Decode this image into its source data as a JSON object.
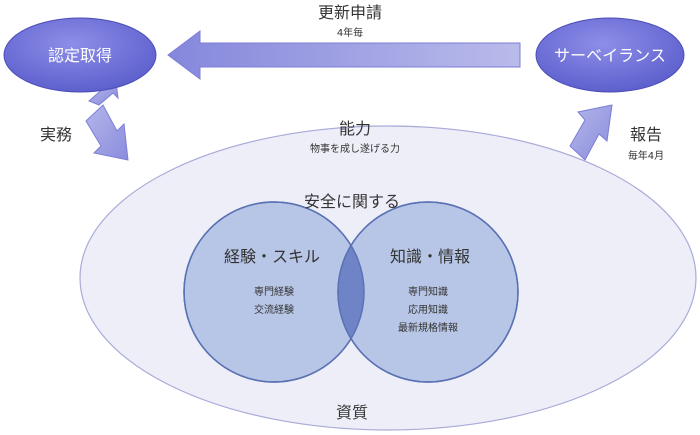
{
  "cycle": {
    "certification": "認定取得",
    "surveillance": "サーベイランス",
    "renewal": "更新申請",
    "renewal_period": "4年毎",
    "practice": "実務",
    "report": "報告",
    "report_period": "毎年4月"
  },
  "qualities": {
    "label": "資質",
    "ability": {
      "title": "能力",
      "subtitle": "物事を成し遂げる力"
    },
    "safety_title": "安全に関する",
    "experience": {
      "title": "経験・スキル",
      "items": [
        "専門経験",
        "交流経験"
      ]
    },
    "knowledge": {
      "title": "知識・情報",
      "items": [
        "専門知識",
        "応用知識",
        "最新規格情報"
      ]
    }
  },
  "colors": {
    "node_fill": "#6a6ad6",
    "arrow_fill": "#9c9ee0",
    "outer_ellipse": "#eeeef9",
    "circle_fill": "#b7c6e6",
    "overlap_fill": "#6f84c6"
  }
}
